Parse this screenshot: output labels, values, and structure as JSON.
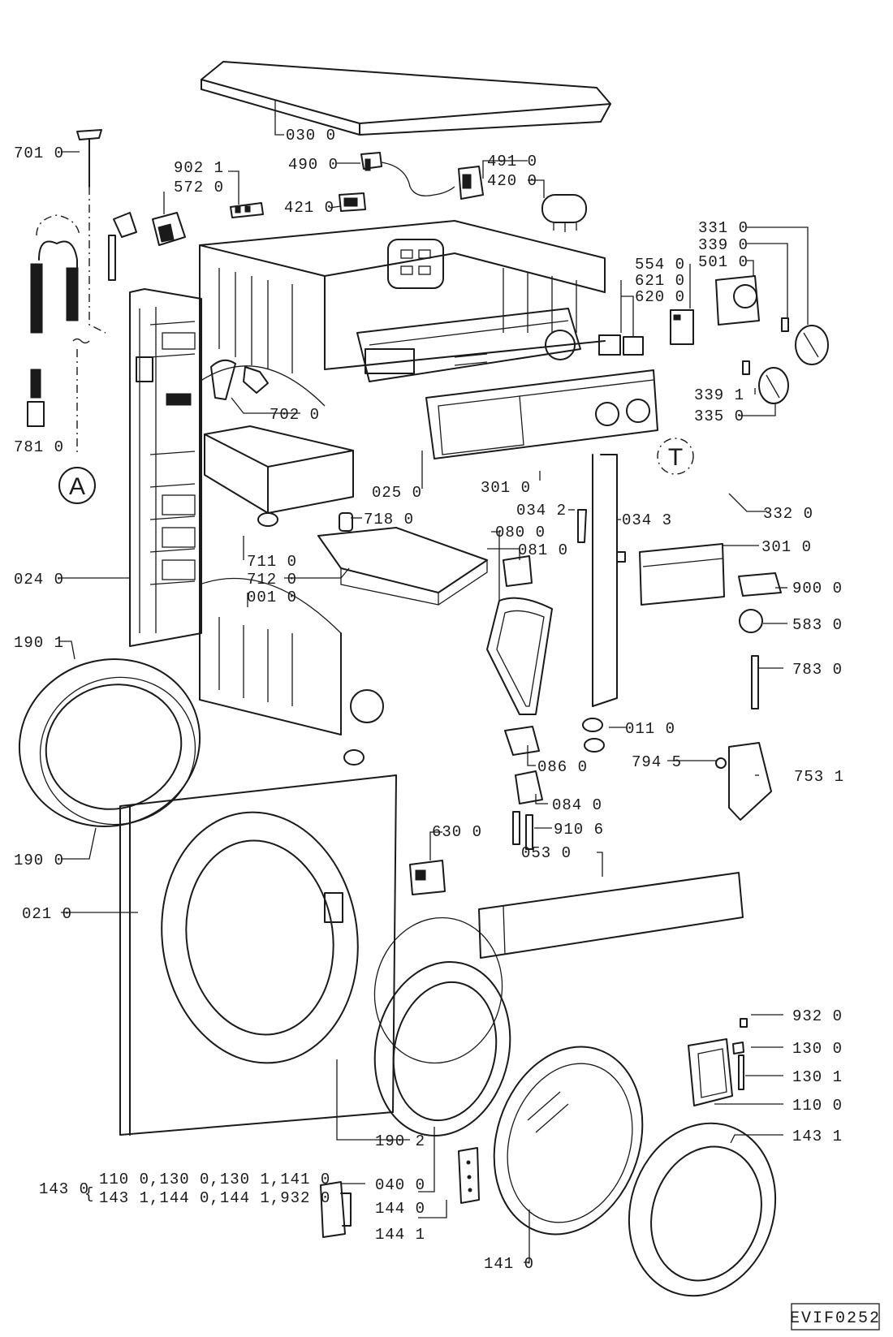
{
  "drawing_code": "EVIF0252",
  "callouts": {
    "A": "A",
    "T": "T"
  },
  "labels": {
    "p030_0": "030 0",
    "p701_0": "701 0",
    "p490_0": "490 0",
    "p491_0": "491 0",
    "p420_0": "420 0",
    "p902_1": "902 1",
    "p572_0": "572 0",
    "p421_0": "421 0",
    "p331_0": "331 0",
    "p339_0": "339 0",
    "p501_0": "501 0",
    "p554_0": "554 0",
    "p621_0": "621 0",
    "p620_0": "620 0",
    "p339_1": "339 1",
    "p335_0": "335 0",
    "p702_0": "702 0",
    "p781_0": "781 0",
    "p025_0": "025 0",
    "p301_0a": "301 0",
    "p332_0": "332 0",
    "p718_0": "718 0",
    "p034_2": "034 2",
    "p034_3": "034 3",
    "p080_0": "080 0",
    "p081_0": "081 0",
    "p301_0b": "301 0",
    "p024_0": "024 0",
    "p711_0": "711 0",
    "p712_0": "712 0",
    "p001_0": "001 0",
    "p900_0": "900 0",
    "p583_0": "583 0",
    "p190_1": "190 1",
    "p783_0": "783 0",
    "p011_0": "011 0",
    "p086_0": "086 0",
    "p794_5": "794 5",
    "p753_1": "753 1",
    "p084_0": "084 0",
    "p630_0": "630 0",
    "p910_6": "910 6",
    "p053_0": "053 0",
    "p190_0": "190 0",
    "p021_0": "021 0",
    "p932_0": "932 0",
    "p130_0": "130 0",
    "p130_1": "130 1",
    "p110_0": "110 0",
    "p190_2": "190 2",
    "p143_1": "143 1",
    "p143_0": "143 0",
    "kit_line1": "110 0,130 0,130 1,141 0",
    "kit_line2": "143 1,144 0,144 1,932 0",
    "p040_0": "040 0",
    "p144_0": "144 0",
    "p144_1": "144 1",
    "p141_0": "141 0"
  }
}
